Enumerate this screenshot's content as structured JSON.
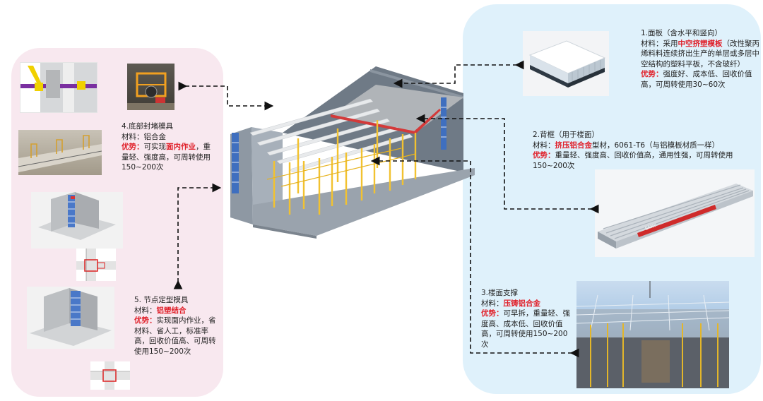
{
  "panel1": {
    "title": "1.面板（含水平和竖向）",
    "material_prefix": "材料：采用",
    "material_highlight": "中空挤塑模板",
    "material_suffix": "（改性聚丙烯料料连续挤出生产的单层或多层中空结构的塑料平板，不含玻纤）",
    "adv_label": "优势：",
    "adv_text": "强度好、成本低、回收价值高，可周转使用30~60次"
  },
  "panel2": {
    "title": "2.背框（用于楼面）",
    "material_prefix": "材料：",
    "material_highlight": "挤压铝合金",
    "material_suffix": "型材，6061-T6（与铝模板材质一样）",
    "adv_label": "优势：",
    "adv_text": "重量轻、强度高、回收价值高，通用性强，可周转使用150~200次"
  },
  "panel3": {
    "title": "3.楼面支撑",
    "material_prefix": "材料：",
    "material_highlight": "压铸铝合金",
    "adv_label": "优势：",
    "adv_text": "可早拆，重量轻、强度高、成本低、回收价值高，可周转使用150~200次"
  },
  "panel4": {
    "title": "4.底部封堵模具",
    "material": "材料：铝合金",
    "adv_label": "优势：",
    "adv_prefix": "可实现",
    "adv_highlight": "面内作业",
    "adv_suffix": "，重量轻、强度高，可周转使用150~200次"
  },
  "panel5": {
    "title": "5. 节点定型模具",
    "material_prefix": "材料：",
    "material_highlight": "铝塑结合",
    "adv_label": "优势：",
    "adv_text": "实现面内作业，省材料、省人工，标准率高，回收价值高、可周转使用150~200次"
  },
  "beam_brand": "SANY",
  "colors": {
    "left_panel": "#f8e8ef",
    "right_panel": "#dff1fb",
    "highlight_red": "#e0202a",
    "support_yellow": "#f2c230"
  }
}
